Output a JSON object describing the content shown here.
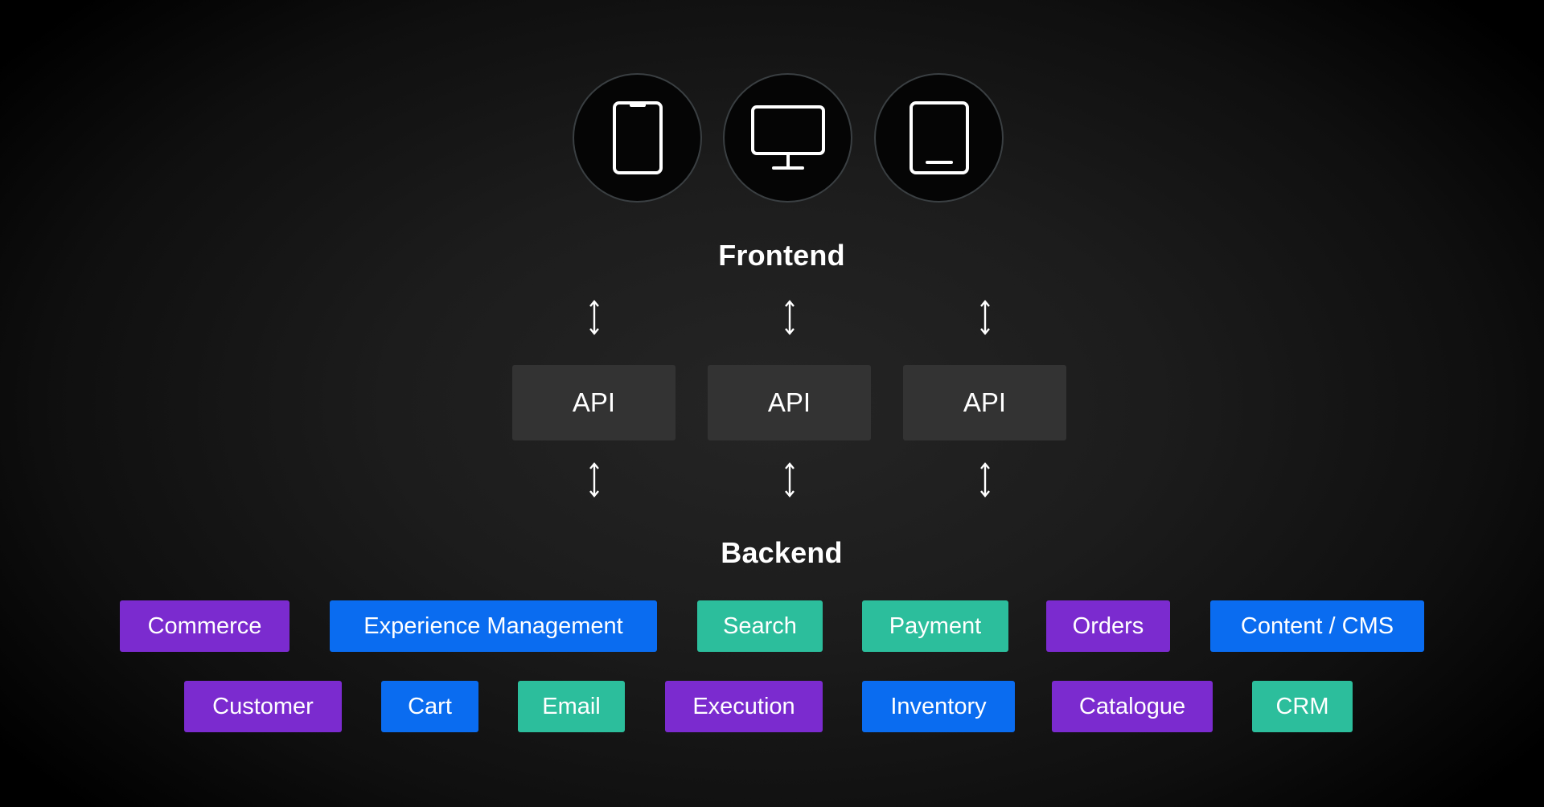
{
  "colors": {
    "purple": "#7B2BCF",
    "blue": "#0A6CF0",
    "teal": "#2CBE9C",
    "api_box": "#333333",
    "device_border": "#3a3f42"
  },
  "devices": [
    {
      "icon": "smartphone-icon"
    },
    {
      "icon": "desktop-monitor-icon"
    },
    {
      "icon": "tablet-icon"
    }
  ],
  "frontend": {
    "title": "Frontend"
  },
  "apis": [
    {
      "label": "API"
    },
    {
      "label": "API"
    },
    {
      "label": "API"
    }
  ],
  "backend": {
    "title": "Backend",
    "row1": [
      {
        "label": "Commerce",
        "color": "purple"
      },
      {
        "label": "Experience Management",
        "color": "blue"
      },
      {
        "label": "Search",
        "color": "teal"
      },
      {
        "label": "Payment",
        "color": "teal"
      },
      {
        "label": "Orders",
        "color": "purple"
      },
      {
        "label": "Content / CMS",
        "color": "blue"
      }
    ],
    "row2": [
      {
        "label": "Customer",
        "color": "purple"
      },
      {
        "label": "Cart",
        "color": "blue"
      },
      {
        "label": "Email",
        "color": "teal"
      },
      {
        "label": "Execution",
        "color": "purple"
      },
      {
        "label": "Inventory",
        "color": "blue"
      },
      {
        "label": "Catalogue",
        "color": "purple"
      },
      {
        "label": "CRM",
        "color": "teal"
      }
    ]
  }
}
